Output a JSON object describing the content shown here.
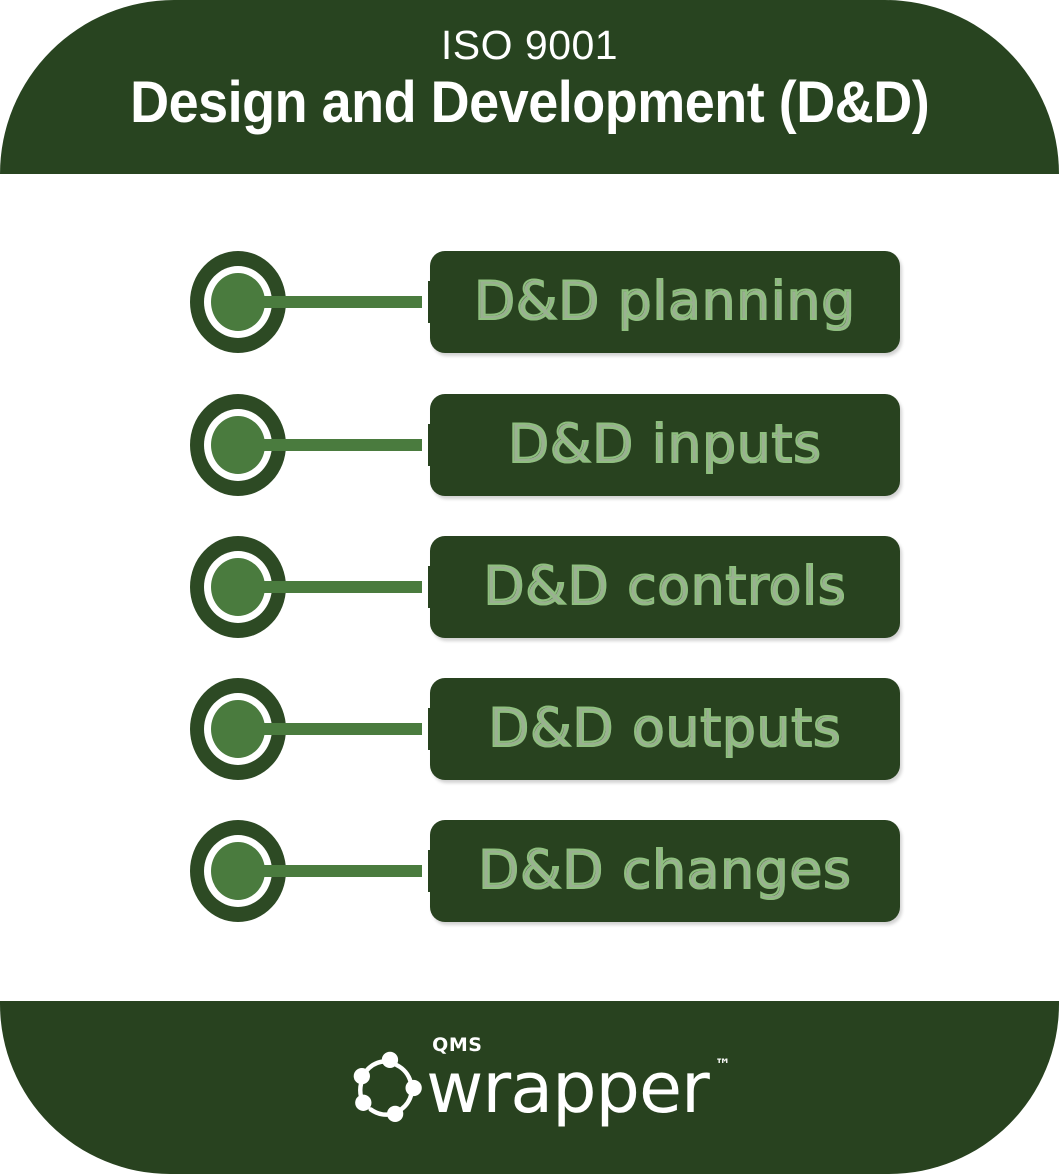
{
  "header": {
    "eyebrow": "ISO 9001",
    "title": "Design and Development (D&D)"
  },
  "colors": {
    "dark_green": "#28421f",
    "ring_green": "#2d4a24",
    "medium_green": "#4a7b3e",
    "outline_green": "#8fbf7f",
    "white": "#ffffff"
  },
  "steps": [
    {
      "label": "D&D planning"
    },
    {
      "label": "D&D inputs"
    },
    {
      "label": "D&D controls"
    },
    {
      "label": "D&D outputs"
    },
    {
      "label": "D&D changes"
    }
  ],
  "footer": {
    "logo_qms": "QMS",
    "logo_word": "wrapper",
    "logo_tm": "™"
  }
}
